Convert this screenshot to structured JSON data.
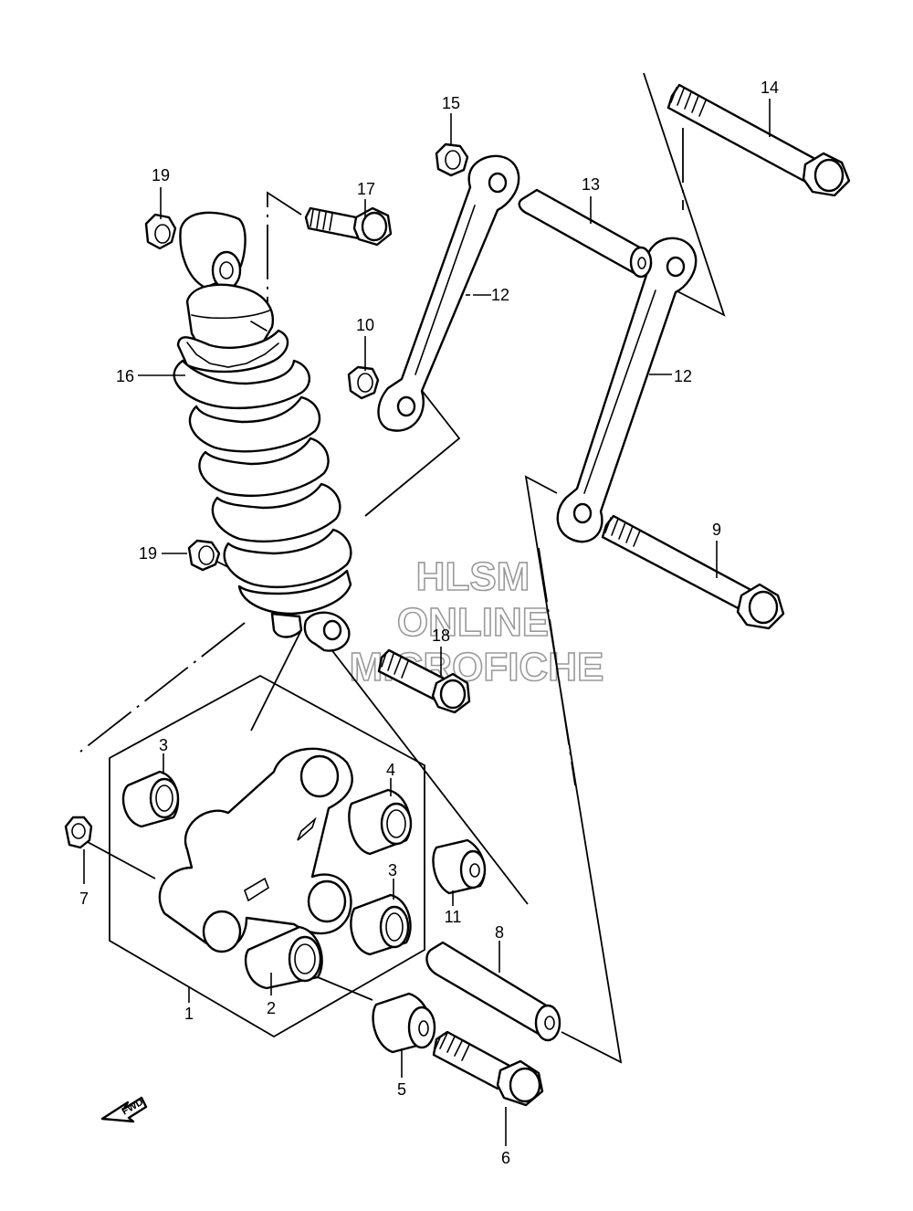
{
  "watermark": {
    "line1": "HLSM",
    "line2": "ONLINE",
    "line3": "MICROFICHE"
  },
  "direction_label": "FWD",
  "callouts": [
    {
      "num": "1",
      "part": "cushion-lever"
    },
    {
      "num": "2",
      "part": "bearing"
    },
    {
      "num": "3",
      "part": "bearing"
    },
    {
      "num": "3",
      "part": "bearing"
    },
    {
      "num": "4",
      "part": "bearing"
    },
    {
      "num": "5",
      "part": "spacer"
    },
    {
      "num": "6",
      "part": "bolt"
    },
    {
      "num": "7",
      "part": "nut"
    },
    {
      "num": "8",
      "part": "spacer"
    },
    {
      "num": "9",
      "part": "bolt"
    },
    {
      "num": "10",
      "part": "nut"
    },
    {
      "num": "11",
      "part": "spacer"
    },
    {
      "num": "12",
      "part": "cushion-rod"
    },
    {
      "num": "12",
      "part": "cushion-rod"
    },
    {
      "num": "13",
      "part": "spacer"
    },
    {
      "num": "14",
      "part": "bolt"
    },
    {
      "num": "15",
      "part": "nut"
    },
    {
      "num": "16",
      "part": "shock-absorber"
    },
    {
      "num": "17",
      "part": "bolt"
    },
    {
      "num": "18",
      "part": "bolt"
    },
    {
      "num": "19",
      "part": "nut"
    },
    {
      "num": "19",
      "part": "nut"
    }
  ]
}
